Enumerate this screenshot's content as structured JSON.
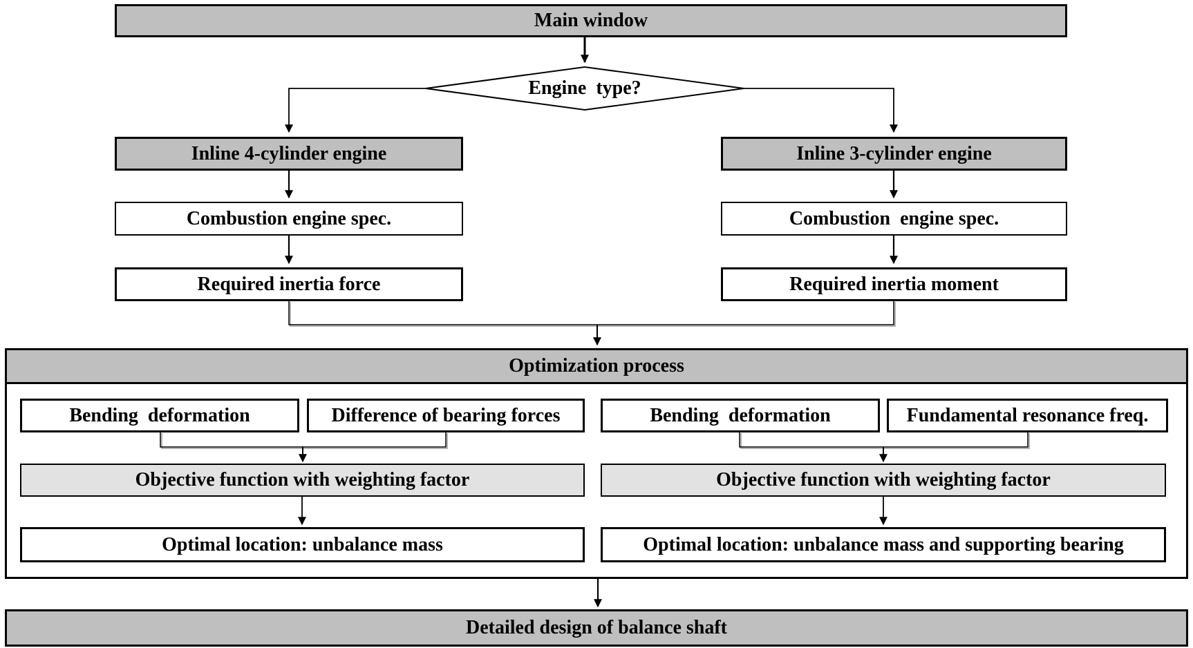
{
  "colors": {
    "node_gray": "#bfbfbf",
    "node_light_gray": "#e2e2e2",
    "border": "#000000",
    "background": "#ffffff"
  },
  "flowchart": {
    "main_window": "Main window",
    "decision": "Engine  type?",
    "left_branch": {
      "engine": "Inline 4-cylinder engine",
      "spec": "Combustion engine spec.",
      "inertia": "Required inertia force"
    },
    "right_branch": {
      "engine": "Inline 3-cylinder engine",
      "spec": "Combustion  engine spec.",
      "inertia": "Required inertia moment"
    },
    "optimization": {
      "title": "Optimization process",
      "left": {
        "input1": "Bending  deformation",
        "input2": "Difference of bearing forces",
        "objective": "Objective function with weighting factor",
        "result": "Optimal location: unbalance mass"
      },
      "right": {
        "input1": "Bending  deformation",
        "input2": "Fundamental resonance freq.",
        "objective": "Objective function with weighting factor",
        "result": "Optimal location: unbalance mass and supporting bearing"
      }
    },
    "final": "Detailed design of balance shaft"
  }
}
